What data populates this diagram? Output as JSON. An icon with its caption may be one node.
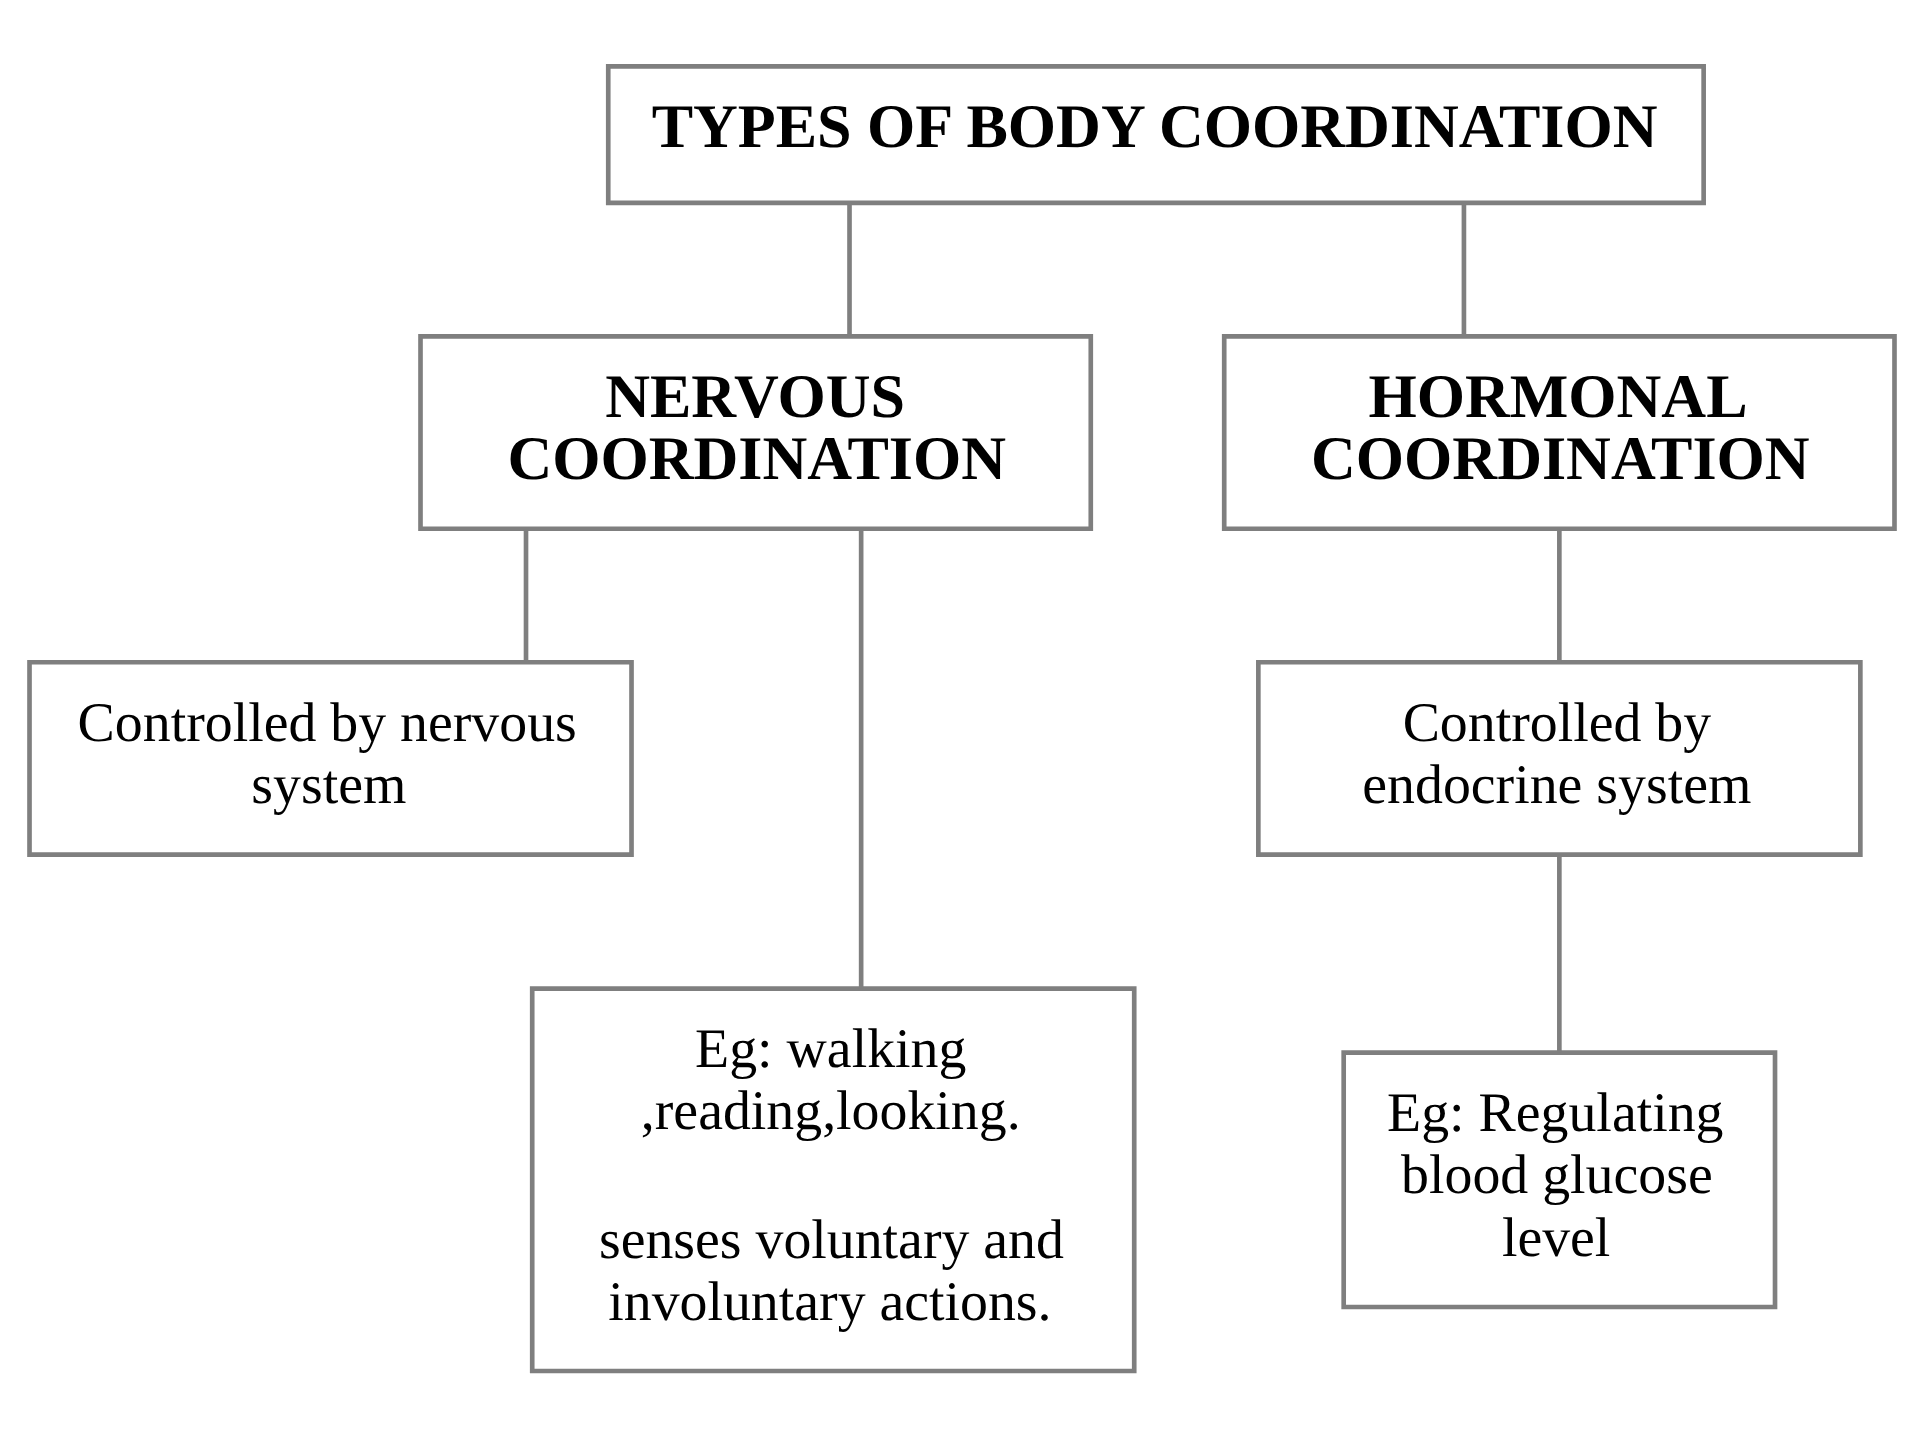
{
  "diagram": {
    "nodes": [
      {
        "text": [
          "TYPES OF BODY COORDINATION"
        ]
      },
      {
        "text": [
          "NERVOUS COORDINATION"
        ]
      },
      {
        "text": [
          "HORMONAL COORDINATION"
        ]
      },
      {
        "text": [
          "Controlled by nervous system"
        ]
      },
      {
        "text": [
          "Eg: walking ,reading,looking.",
          "senses voluntary and involuntary actions."
        ]
      },
      {
        "text": [
          "Controlled by endocrine system"
        ]
      },
      {
        "text": [
          "Eg: Regulating blood glucose level"
        ]
      }
    ],
    "edges": [
      {
        "from": 0,
        "to": 1,
        "arrow": "none"
      },
      {
        "from": 0,
        "to": 2,
        "arrow": "none"
      },
      {
        "from": 1,
        "to": 3,
        "arrow": "none"
      },
      {
        "from": 1,
        "to": 4,
        "arrow": "none"
      },
      {
        "from": 2,
        "to": 5,
        "arrow": "none"
      },
      {
        "from": 5,
        "to": 6,
        "arrow": "none"
      }
    ]
  }
}
